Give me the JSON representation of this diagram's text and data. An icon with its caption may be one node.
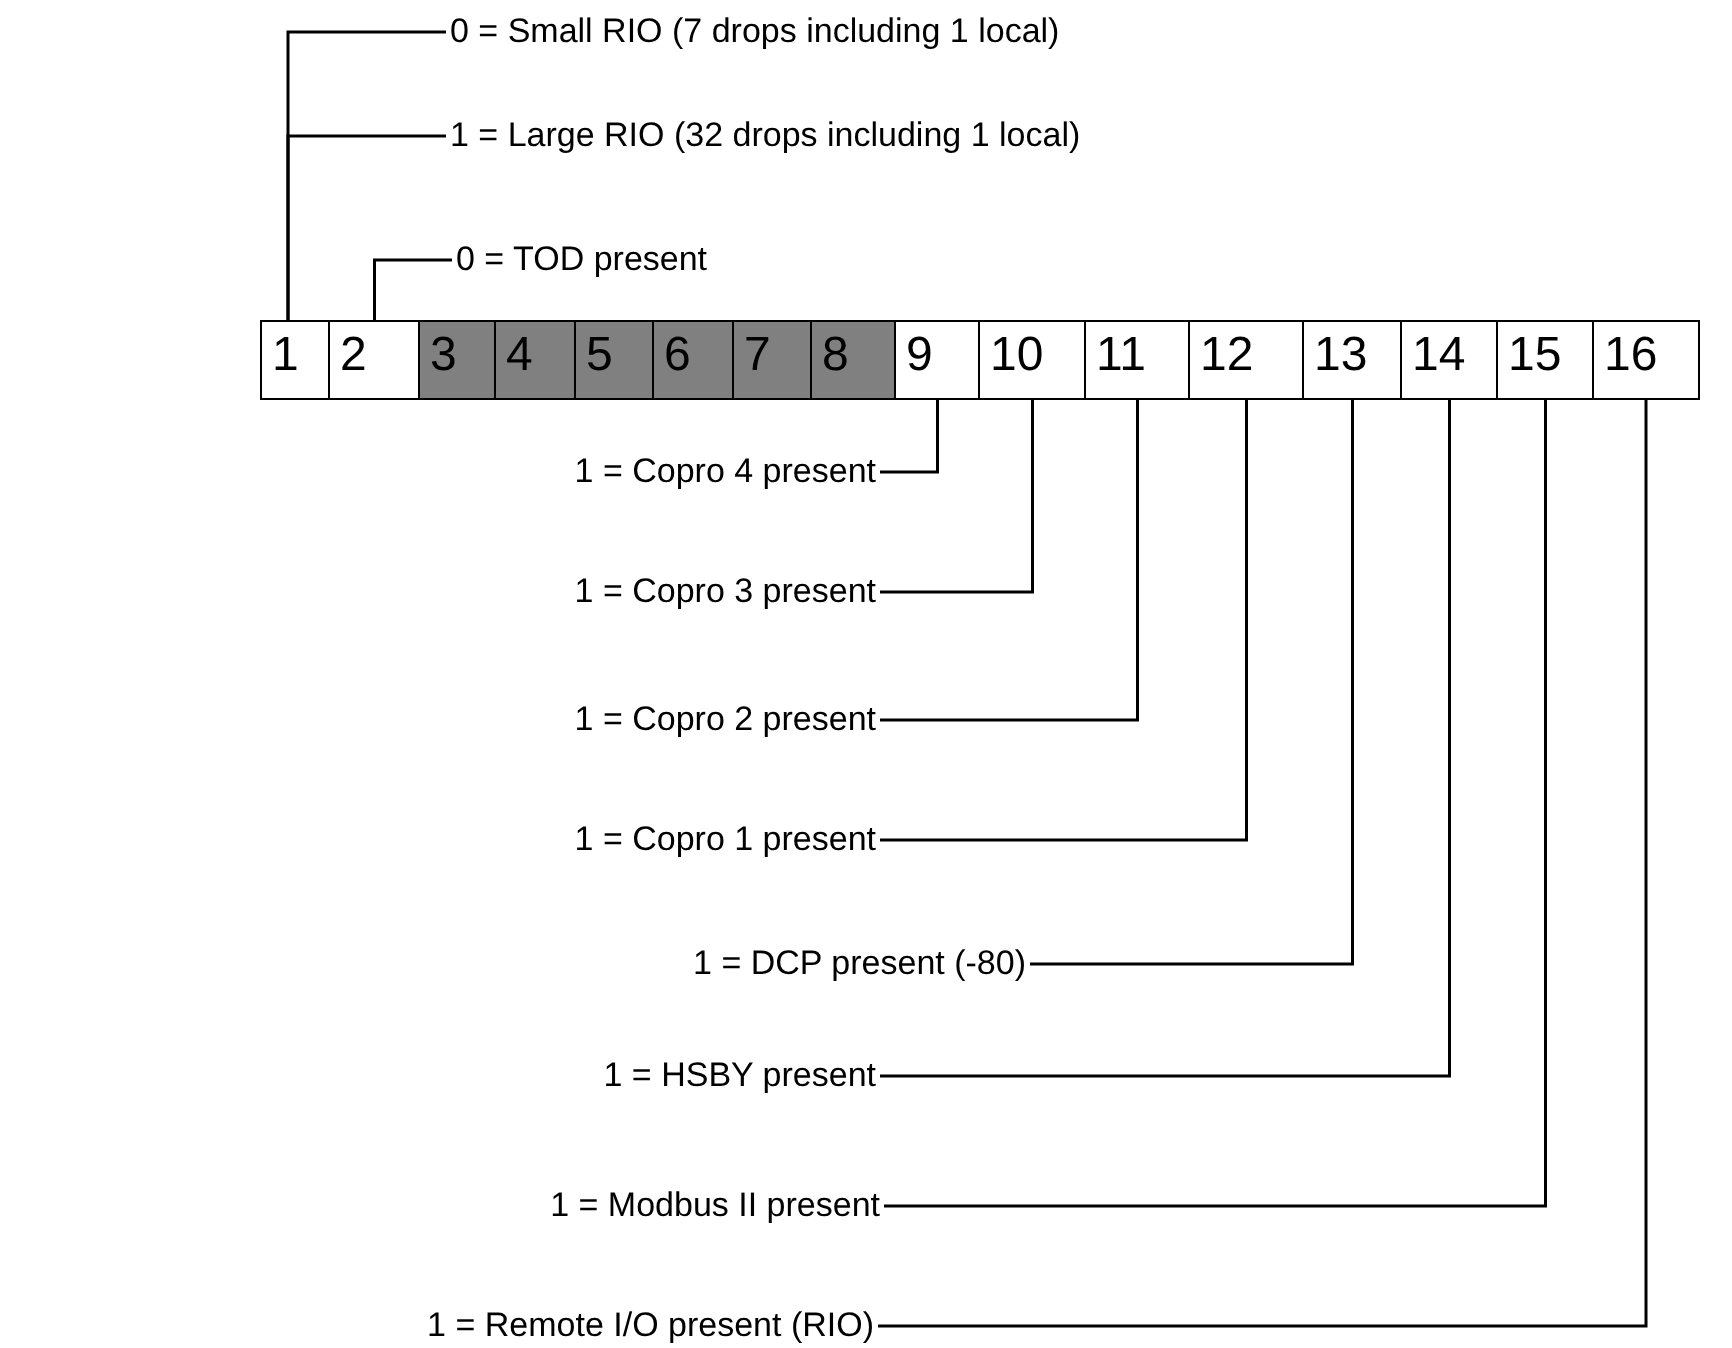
{
  "diagram": {
    "nodes": [
      {
        "text": [
          "0 = Small RIO (7 drops including 1 local)"
        ]
      },
      {
        "text": [
          "1 = Large RIO (32 drops including 1 local)"
        ]
      },
      {
        "text": [
          "0 = TOD present"
        ]
      },
      {
        "text": [
          "1"
        ]
      },
      {
        "text": [
          "2"
        ]
      },
      {
        "text": [
          "3"
        ]
      },
      {
        "text": [
          "4"
        ]
      },
      {
        "text": [
          "5"
        ]
      },
      {
        "text": [
          "6"
        ]
      },
      {
        "text": [
          "7"
        ]
      },
      {
        "text": [
          "8"
        ]
      },
      {
        "text": [
          "9"
        ]
      },
      {
        "text": [
          "10"
        ]
      },
      {
        "text": [
          "11"
        ]
      },
      {
        "text": [
          "12"
        ]
      },
      {
        "text": [
          "13"
        ]
      },
      {
        "text": [
          "14"
        ]
      },
      {
        "text": [
          "15"
        ]
      },
      {
        "text": [
          "16"
        ]
      },
      {
        "text": [
          "1 = Copro 4 present"
        ]
      },
      {
        "text": [
          "1 = Copro 3 present"
        ]
      },
      {
        "text": [
          "1 = Copro 2 present"
        ]
      },
      {
        "text": [
          "1 = Copro 1 present"
        ]
      },
      {
        "text": [
          "1 = DCP present (-80)"
        ]
      },
      {
        "text": [
          "1 = HSBY present"
        ]
      },
      {
        "text": [
          "1 = Modbus II present"
        ]
      },
      {
        "text": [
          "1 = Remote I/O present (RIO)"
        ]
      }
    ],
    "edges": [
      {
        "from": 0,
        "to": 3,
        "arrow": "none"
      },
      {
        "from": 1,
        "to": 3,
        "arrow": "none"
      },
      {
        "from": 2,
        "to": 4,
        "arrow": "none"
      },
      {
        "from": 19,
        "to": 11,
        "arrow": "none"
      },
      {
        "from": 20,
        "to": 12,
        "arrow": "none"
      },
      {
        "from": 21,
        "to": 13,
        "arrow": "none"
      },
      {
        "from": 22,
        "to": 14,
        "arrow": "none"
      },
      {
        "from": 23,
        "to": 15,
        "arrow": "none"
      },
      {
        "from": 24,
        "to": 16,
        "arrow": "none"
      },
      {
        "from": 25,
        "to": 17,
        "arrow": "none"
      },
      {
        "from": 26,
        "to": 18,
        "arrow": "none"
      }
    ]
  }
}
